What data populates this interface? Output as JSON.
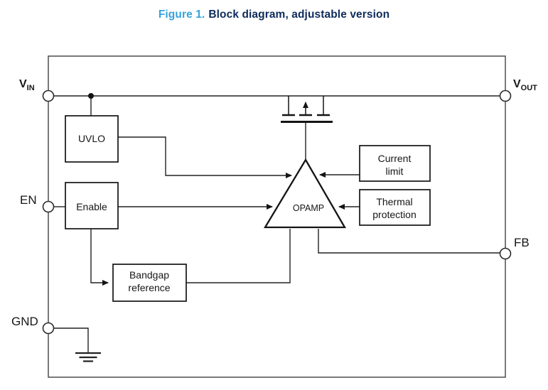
{
  "title": {
    "prefix": "Figure 1.",
    "caption": "Block diagram, adjustable version"
  },
  "pins": {
    "vin": {
      "label": "V",
      "sub": "IN"
    },
    "vout": {
      "label": "V",
      "sub": "OUT"
    },
    "en": {
      "label": "EN"
    },
    "fb": {
      "label": "FB"
    },
    "gnd": {
      "label": "GND"
    }
  },
  "blocks": {
    "uvlo": {
      "label": "UVLO"
    },
    "enable": {
      "label": "Enable"
    },
    "bandgap": {
      "line1": "Bandgap",
      "line2": "reference"
    },
    "current_limit": {
      "line1": "Current",
      "line2": "limit"
    },
    "thermal_protection": {
      "line1": "Thermal",
      "line2": "protection"
    },
    "opamp": {
      "label": "OPAMP"
    }
  },
  "symbols": {
    "pass_transistor": "pmos-pass-transistor-symbol",
    "ground": "ground-symbol"
  },
  "colors": {
    "figure_label_blue": "#35a3da",
    "figure_caption_navy": "#0e2b5c",
    "line_black": "#222222",
    "block_border_black": "#141414",
    "outer_border_gray": "#4d4d4d",
    "background": "#ffffff"
  }
}
